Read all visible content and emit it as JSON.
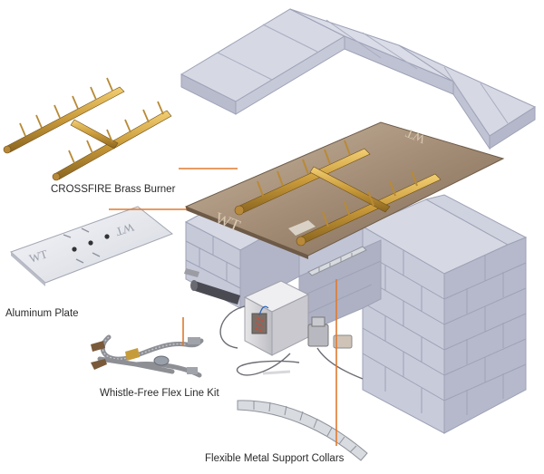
{
  "labels": {
    "burner": "CROSSFIRE Brass Burner",
    "plate": "Aluminum Plate",
    "flex": "Whistle-Free Flex Line Kit",
    "collars": "Flexible Metal Support Collars"
  },
  "plate_logo": "WT",
  "colors": {
    "block_top": "#d6d8e4",
    "block_side": "#b9bccd",
    "block_line": "#9ea2b6",
    "brass": "#c99a3a",
    "brass_dark": "#8a6520",
    "plate": "#a89480",
    "leader": "#e07a2e",
    "aluminum": "#e9ebf0"
  }
}
